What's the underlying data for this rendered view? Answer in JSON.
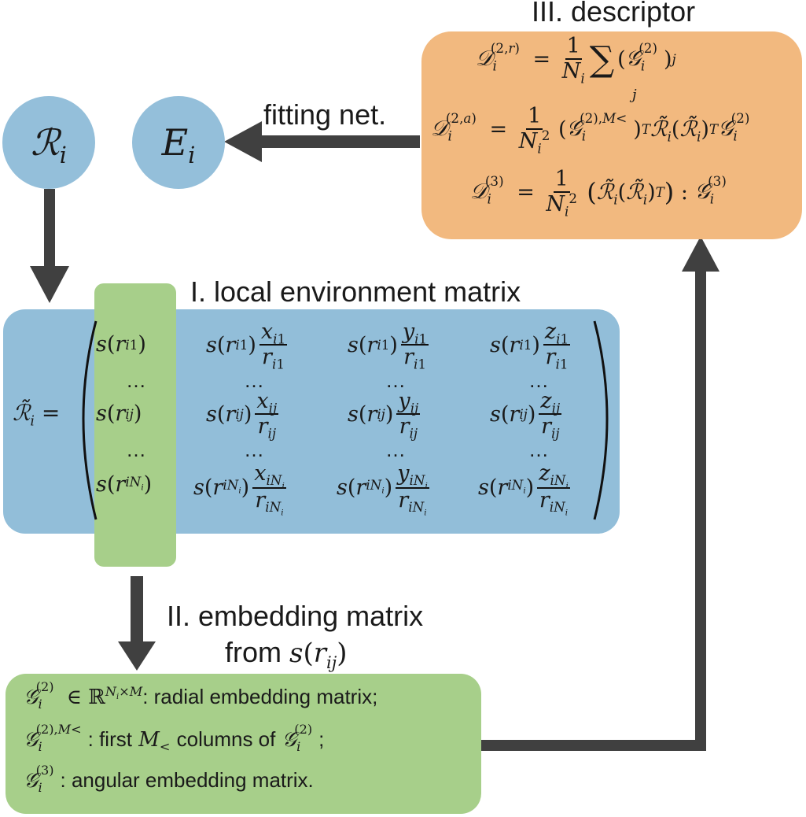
{
  "nodes": {
    "r_node": "ℛ",
    "r_sub": "i",
    "e_node": "E",
    "e_sub": "i"
  },
  "labels": {
    "descriptor": "III. descriptor",
    "fitting": "fitting net.",
    "local_env": "I. local environment matrix",
    "embedding_line1": "II. embedding matrix",
    "embedding_line2": "from"
  },
  "embedding_box": {
    "line1_text": ": radial embedding matrix;",
    "line2_text_a": ": first",
    "line2_text_b": "columns of",
    "line3_text": ": angular embedding matrix."
  },
  "colors": {
    "blue": "#92bed9",
    "green": "#a7cf8a",
    "orange": "#f2b97f",
    "arrow": "#404040"
  }
}
